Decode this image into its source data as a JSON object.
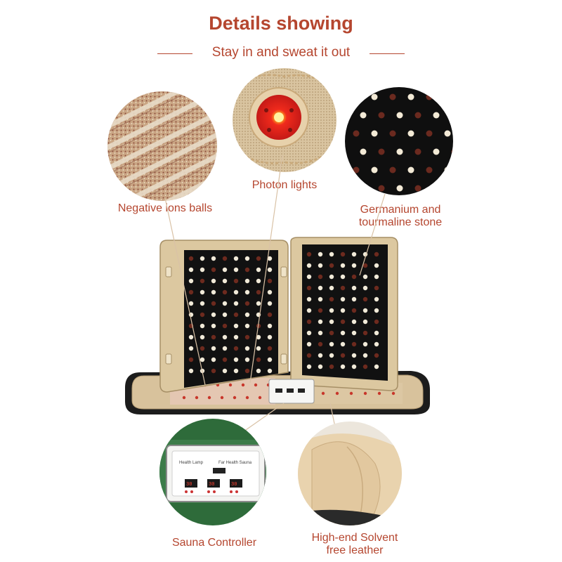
{
  "header": {
    "title": "Details showing",
    "subtitle": "Stay in and sweat it out"
  },
  "callouts": {
    "negative_ions": "Negative ions balls",
    "photon_lights": "Photon lights",
    "germanium_line1": "Germanium and",
    "germanium_line2": "tourmaline stone",
    "sauna_controller": "Sauna Controller",
    "leather_line1": "High-end Solvent",
    "leather_line2": "free leather"
  },
  "colors": {
    "accent": "#b5462f",
    "panel_black": "#111111",
    "frame_beige": "#d8c49a",
    "photon_red": "#e0251f"
  }
}
